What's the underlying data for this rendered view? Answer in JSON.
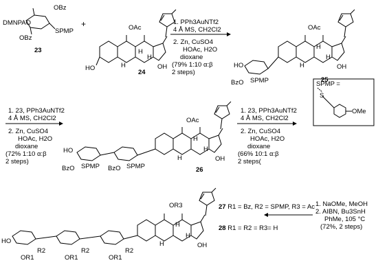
{
  "compounds": {
    "c23": {
      "number": "23",
      "labels": [
        "DMNPAO",
        "OBz",
        "OBz",
        "SPMP"
      ]
    },
    "c24": {
      "number": "24",
      "labels": [
        "OAc",
        "H",
        "HO",
        "H",
        "H",
        "OH"
      ]
    },
    "c25": {
      "number": "25",
      "labels": [
        "HO",
        "BzO",
        "SPMP",
        "OAc",
        "H",
        "H",
        "H",
        "OH"
      ]
    },
    "c26": {
      "number": "26",
      "labels": [
        "HO",
        "BzO",
        "SPMP",
        "BzO",
        "SPMP",
        "OAc",
        "H",
        "H",
        "H",
        "OH"
      ]
    },
    "c27_28": {
      "labels": [
        "OR3",
        "HO",
        "OR1",
        "R2",
        "OR1",
        "R2",
        "OR1",
        "R2",
        "H",
        "H",
        "H",
        "OH"
      ]
    }
  },
  "spmp_box": {
    "title": "SPMP =",
    "labels": [
      "S",
      "OMe"
    ]
  },
  "plus_sign": "+",
  "steps": {
    "step1": [
      "1. PPh3AuNTf2",
      "4 Å MS, CH2Cl2",
      "2. Zn, CuSO4",
      "HOAc, H2O",
      "dioxane",
      "(79% 1:10 α:β",
      "2 steps)"
    ],
    "step2": [
      "1. 23, PPh3AuNTf2",
      "4 Å MS, CH2Cl2",
      "2. Zn, CuSO4",
      "HOAc, H2O",
      "dioxane",
      "(72% 1:10 α:β",
      "2 steps)"
    ],
    "step3": [
      "1. 23, PPh3AuNTf2",
      "4 Å MS, CH2Cl2",
      "2. Zn, CuSO4",
      "HOAc, H2O",
      "dioxane",
      "(66% 10:1 α:β",
      "2 steps("
    ],
    "step4": [
      "1. NaOMe, MeOH",
      "2. AIBN, Bu3SnH",
      "PhMe, 105 °C",
      "(72%, 2 steps)"
    ]
  },
  "definitions": {
    "def27": {
      "number": "27",
      "text": "R1 = Bz, R2 = SPMP, R3 = Ac"
    },
    "def28": {
      "number": "28",
      "text": "R1 = R2 = R3= H"
    }
  }
}
